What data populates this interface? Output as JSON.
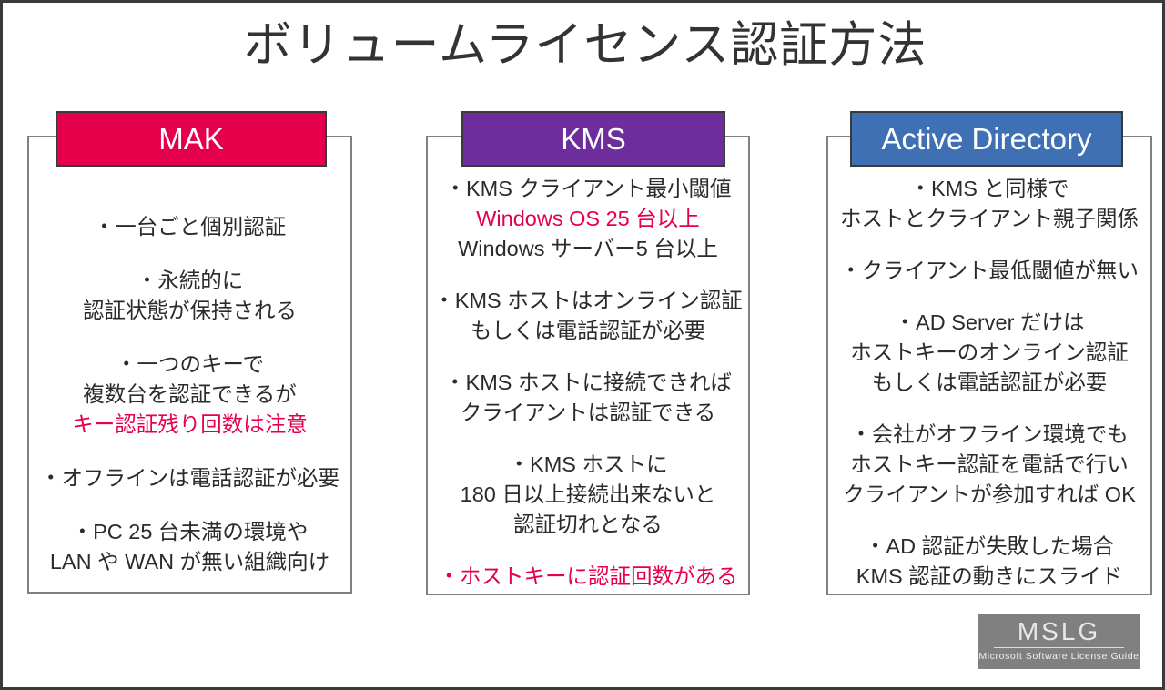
{
  "slide": {
    "title": "ボリュームライセンス認証方法",
    "accent_color": "#e5004b",
    "background": "#ffffff",
    "border_color": "#3a3a3a"
  },
  "columns": [
    {
      "key": "mak",
      "header": "MAK",
      "header_color": "#e5004b",
      "blocks": [
        {
          "text": "・一台ごと個別認証",
          "accent": false
        },
        {
          "text": "・永続的に\n認証状態が保持される",
          "accent": false
        },
        {
          "text": "・一つのキーで\n複数台を認証できるが",
          "accent": false
        },
        {
          "text": "キー認証残り回数は注意",
          "accent": true
        },
        {
          "text": "・オフラインは電話認証が必要",
          "accent": false
        },
        {
          "text": "・PC 25 台未満の環境や\nLAN や WAN が無い組織向け",
          "accent": false
        }
      ]
    },
    {
      "key": "kms",
      "header": "KMS",
      "header_color": "#6d2d9d",
      "blocks": [
        {
          "text": "・KMS クライアント最小閾値",
          "accent": false
        },
        {
          "text": "Windows OS 25 台以上",
          "accent": true
        },
        {
          "text": "Windows サーバー5 台以上",
          "accent": false
        },
        {
          "text": "・KMS ホストはオンライン認証\nもしくは電話認証が必要",
          "accent": false
        },
        {
          "text": "・KMS ホストに接続できれば\nクライアントは認証できる",
          "accent": false
        },
        {
          "text": "・KMS ホストに\n180 日以上接続出来ないと\n認証切れとなる",
          "accent": false
        },
        {
          "text": "・ホストキーに認証回数がある",
          "accent": true
        }
      ]
    },
    {
      "key": "ad",
      "header": "Active Directory",
      "header_color": "#4070b4",
      "blocks": [
        {
          "text": "・KMS と同様で\nホストとクライアント親子関係",
          "accent": false
        },
        {
          "text": "・クライアント最低閾値が無い",
          "accent": false
        },
        {
          "text": "・AD Server だけは\nホストキーのオンライン認証\nもしくは電話認証が必要",
          "accent": false
        },
        {
          "text": "・会社がオフライン環境でも\nホストキー認証を電話で行い\nクライアントが参加すれば OK",
          "accent": false
        },
        {
          "text": "・AD 認証が失敗した場合\nKMS 認証の動きにスライド",
          "accent": false
        }
      ]
    }
  ],
  "logo": {
    "mark": "MSLG",
    "subtitle": "Microsoft Software License Guide",
    "background": "#808080"
  }
}
